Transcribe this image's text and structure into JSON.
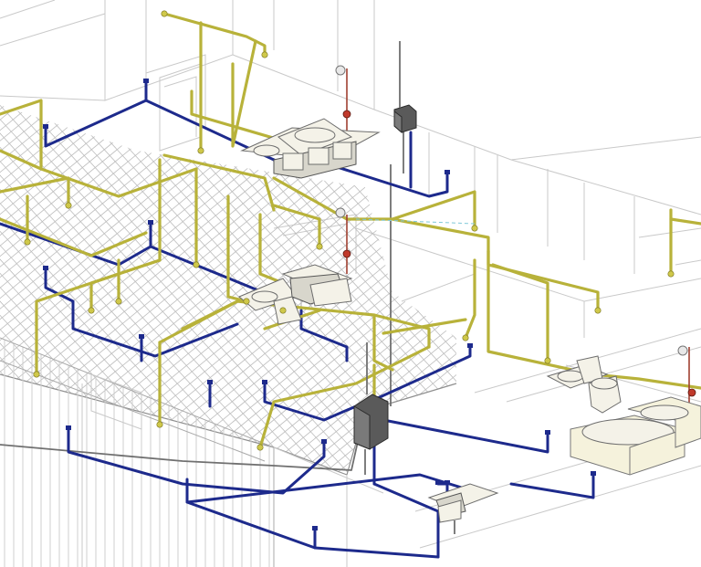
{
  "scene": {
    "colors": {
      "supply_pipe": "#b8b23a",
      "waste_pipe": "#1d2a8c",
      "gas_pipe": "#707070",
      "valve": "#c0392b",
      "architecture_lines": "#c9c9c9",
      "fixture_fill": "#f4f2e8"
    },
    "components": {
      "upper_sink": "double-bowl-sink",
      "middle_sink": "sink",
      "right_toilet": "toilet",
      "right_tub": "bathtub",
      "lower_sink": "utility-sink",
      "electrical_panel_top": "panel-box",
      "electrical_panel_main": "panel-box",
      "valves": "valve-set"
    },
    "icons": {
      "valve": "valve-icon",
      "cap": "pipe-cap-icon"
    }
  }
}
